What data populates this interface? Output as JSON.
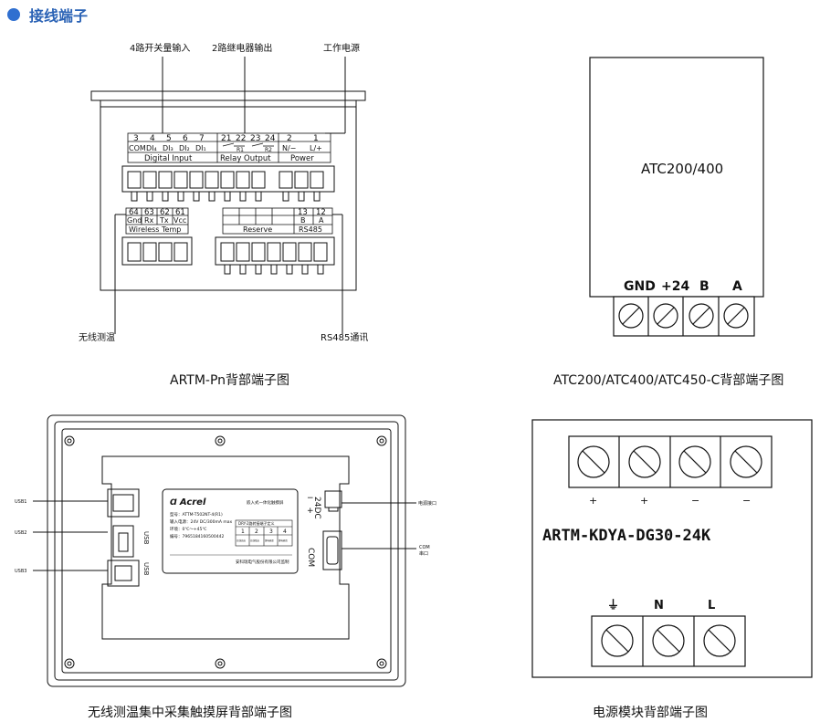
{
  "header": {
    "title": "接线端子"
  },
  "fig1": {
    "caption": "ARTM-Pn背部端子图",
    "callouts": {
      "di": "4路开关量输入",
      "relay": "2路继电器输出",
      "power": "工作电源",
      "wireless": "无线测温",
      "rs485": "RS485通讯"
    },
    "top_numbers": [
      "3",
      "4",
      "5",
      "6",
      "7",
      "21",
      "22",
      "23",
      "24",
      "2",
      "1"
    ],
    "top_labels": [
      "COM",
      "DI₄",
      "DI₃",
      "DI₂",
      "DI₁",
      "N/−",
      "L/+"
    ],
    "relay_marks": [
      "R1",
      "R2"
    ],
    "groups": {
      "digital": "Digital Input",
      "relay": "Relay Output",
      "power": "Power"
    },
    "bottom_numbers": [
      "64",
      "63",
      "62",
      "61",
      "13",
      "12"
    ],
    "bottom_labels": [
      "Gnd",
      "Rx",
      "Tx",
      "Vcc",
      "B",
      "A"
    ],
    "bottom_groups": {
      "wireless": "Wireless Temp",
      "reserve": "Reserve",
      "rs485": "RS485"
    }
  },
  "fig2": {
    "caption": "ATC200/ATC400/ATC450-C背部端子图",
    "model": "ATC200/400",
    "terminals": [
      "GND",
      "+24",
      "B",
      "A"
    ]
  },
  "fig3": {
    "caption": "无线测温集中采集触摸屏背部端子图",
    "usb": [
      "USB1",
      "USB2",
      "USB3"
    ],
    "power_label": "电源接口",
    "com_label": "COM",
    "com_sub": "串口",
    "side_24": "24DC",
    "side_minus": "−",
    "side_plus": "+",
    "side_com": "COM",
    "usb_vert": [
      "USB",
      "USB"
    ],
    "nameplate": {
      "brand": "Acrel",
      "product": "嵌入式一体化触摸屏",
      "lines": [
        "型号：ATTM-T502NT-4(R1)",
        "输入电源：24V DC/300mA max",
        "环境：0℃～+45℃",
        "编号：7965184160500442"
      ],
      "table_title": "DRY-2路转接端子定义",
      "table_nums": [
        "1",
        "2",
        "3",
        "4"
      ],
      "table_cells": [
        "总线高出",
        "总线低出",
        "继电器正",
        "继电器负"
      ],
      "company": "安科瑞电气股份有限公司监制"
    }
  },
  "fig4": {
    "caption": "电源模块背部端子图",
    "model": "ARTM-KDYA-DG30-24K",
    "top_signs": [
      "+",
      "+",
      "−",
      "−"
    ],
    "bottom_labels": [
      "⏚",
      "N",
      "L"
    ]
  }
}
